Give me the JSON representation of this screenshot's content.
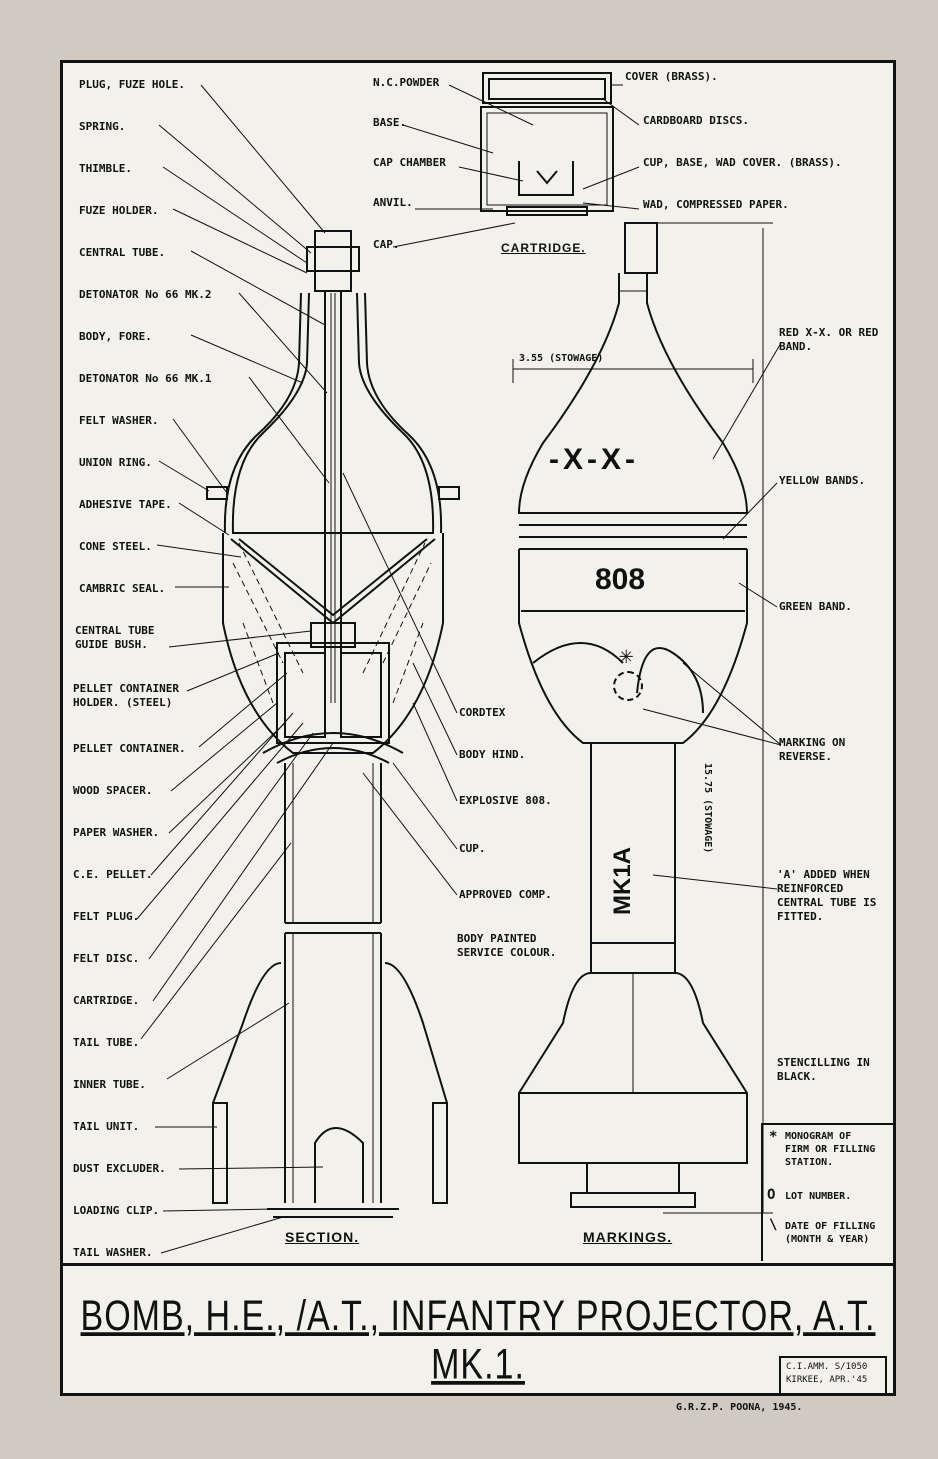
{
  "title": "BOMB, H.E., /A.T., INFANTRY PROJECTOR, A.T. MK.1.",
  "reference": {
    "line1": "C.I.AMM. S/1050",
    "line2": "KIRKEE, APR.'45"
  },
  "credit": "G.R.Z.P. POONA, 1945.",
  "captions": {
    "section": "SECTION.",
    "markings": "MARKINGS.",
    "cartridge": "CARTRIDGE."
  },
  "section_labels_left": [
    "PLUG, FUZE HOLE.",
    "SPRING.",
    "THIMBLE.",
    "FUZE HOLDER.",
    "CENTRAL TUBE.",
    "DETONATOR No 66 MK.2",
    "BODY, FORE.",
    "DETONATOR No 66 MK.1",
    "FELT WASHER.",
    "UNION RING.",
    "ADHESIVE TAPE.",
    "CONE STEEL.",
    "CAMBRIC SEAL.",
    "CENTRAL TUBE",
    "GUIDE BUSH.",
    "PELLET CONTAINER",
    "HOLDER. (STEEL)",
    "PELLET CONTAINER.",
    "WOOD SPACER.",
    "PAPER WASHER.",
    "C.E. PELLET.",
    "FELT PLUG.",
    "FELT DISC.",
    "CARTRIDGE.",
    "TAIL TUBE.",
    "INNER TUBE.",
    "TAIL UNIT.",
    "DUST EXCLUDER.",
    "LOADING CLIP.",
    "TAIL WASHER."
  ],
  "section_labels_right": [
    "CORDTEX",
    "BODY HIND.",
    "EXPLOSIVE 808.",
    "CUP.",
    "APPROVED COMP.",
    "BODY PAINTED",
    "SERVICE COLOUR."
  ],
  "cartridge_labels": [
    "N.C.POWDER",
    "BASE.",
    "CAP CHAMBER",
    "ANVIL.",
    "CAP.",
    "COVER (BRASS).",
    "CARDBOARD DISCS.",
    "CUP, BASE, WAD COVER. (BRASS).",
    "WAD, COMPRESSED PAPER."
  ],
  "marking_labels": [
    "RED X-X. OR RED",
    "BAND.",
    "YELLOW BANDS.",
    "GREEN BAND.",
    "MARKING ON",
    "REVERSE.",
    "'A' ADDED WHEN",
    "REINFORCED",
    "CENTRAL TUBE IS",
    "FITTED.",
    "STENCILLING IN",
    "BLACK."
  ],
  "dimensions": {
    "width": "3.55 (STOWAGE)",
    "length": "15.75 (STOWAGE)"
  },
  "body_markings": {
    "band": "-X-X-",
    "filling": "808",
    "model": "MK1A"
  },
  "legend": [
    {
      "symbol": "*",
      "text1": "MONOGRAM OF",
      "text2": "FIRM OR FILLING",
      "text3": "STATION."
    },
    {
      "symbol": "O",
      "text1": "LOT NUMBER."
    },
    {
      "symbol": "\\",
      "text1": "DATE OF FILLING",
      "text2": "(MONTH & YEAR)"
    }
  ],
  "colors": {
    "paper": "#f3f1ec",
    "ink": "#111111",
    "background": "#cfcbc3"
  }
}
